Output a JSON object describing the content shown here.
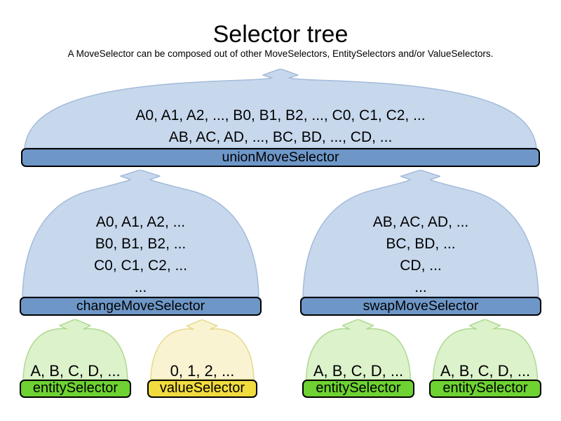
{
  "title": "Selector tree",
  "subtitle": "A MoveSelector can be composed out of other MoveSelectors, EntitySelectors and/or ValueSelectors.",
  "colors": {
    "blue_fill": "#C7D8ED",
    "blue_stroke": "#A3BBDA",
    "blue_bar": "#6E97C8",
    "green_fill": "#DCF2CB",
    "green_stroke": "#AFD98F",
    "green_bar": "#6ED232",
    "yellow_fill": "#F9F3D1",
    "yellow_stroke": "#E6D98B",
    "yellow_bar": "#F2DB3F",
    "bar_border": "#000000",
    "text": "#000000"
  },
  "nodes": {
    "union": {
      "label": "unionMoveSelector",
      "lines": [
        "A0, A1, A2, ..., B0, B1, B2, ..., C0, C1, C2, ...",
        "AB, AC, AD, ..., BC, BD, ..., CD, ..."
      ]
    },
    "change": {
      "label": "changeMoveSelector",
      "lines": [
        "A0, A1, A2, ...",
        "B0, B1, B2, ...",
        "C0, C1, C2, ...",
        "..."
      ]
    },
    "swap": {
      "label": "swapMoveSelector",
      "lines": [
        "AB, AC, AD, ...",
        "BC, BD, ...",
        "CD, ...",
        "..."
      ]
    },
    "entity1": {
      "label": "entitySelector",
      "lines": [
        "A, B, C, D, ..."
      ]
    },
    "value1": {
      "label": "valueSelector",
      "lines": [
        "0, 1, 2, ..."
      ]
    },
    "entity2": {
      "label": "entitySelector",
      "lines": [
        "A, B, C, D, ..."
      ]
    },
    "entity3": {
      "label": "entitySelector",
      "lines": [
        "A, B, C, D, ..."
      ]
    }
  }
}
